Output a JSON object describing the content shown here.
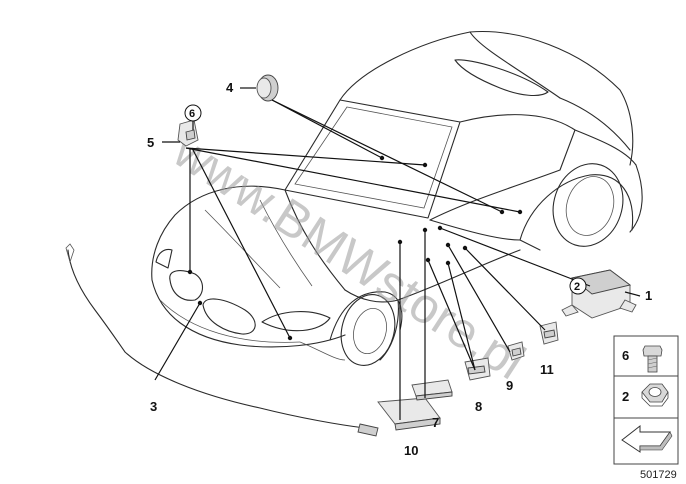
{
  "diagram": {
    "callouts": [
      "1",
      "2",
      "3",
      "4",
      "5",
      "6",
      "7",
      "8",
      "9",
      "10",
      "11"
    ],
    "legend": {
      "items": [
        {
          "number": "6",
          "icon": "screw-icon"
        },
        {
          "number": "2",
          "icon": "nut-icon"
        }
      ],
      "arrow_icon": "arrow-down-left-icon"
    },
    "watermark": "www.BMWstore.pl",
    "drawing_number": "501729"
  }
}
